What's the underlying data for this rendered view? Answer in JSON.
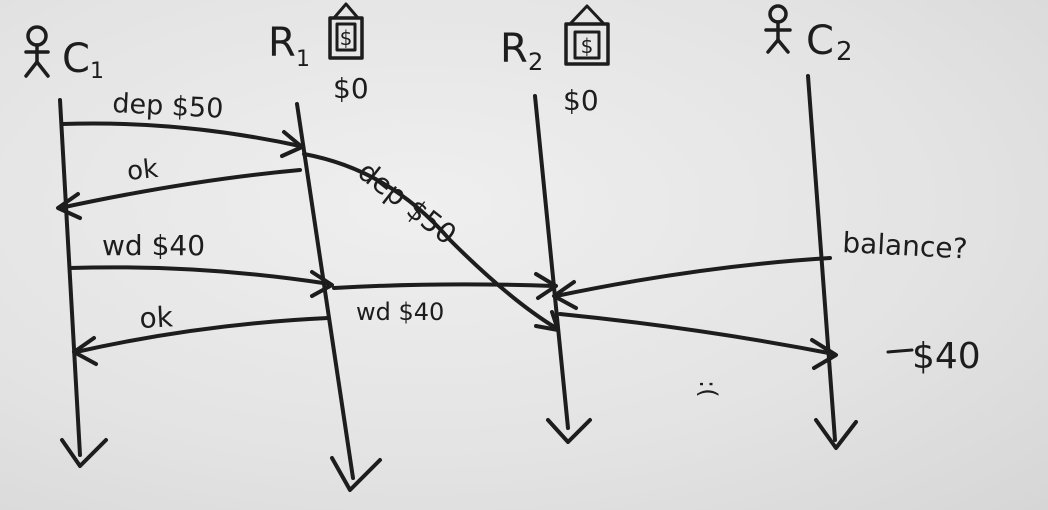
{
  "participants": [
    {
      "id": "c1",
      "label": "C",
      "sub": "1",
      "kind": "client"
    },
    {
      "id": "r1",
      "label": "R",
      "sub": "1",
      "kind": "replica",
      "balance": "$0",
      "vault_symbol": "$"
    },
    {
      "id": "r2",
      "label": "R",
      "sub": "2",
      "kind": "replica",
      "balance": "$0",
      "vault_symbol": "$"
    },
    {
      "id": "c2",
      "label": "C",
      "sub": "2",
      "kind": "client"
    }
  ],
  "messages": {
    "dep_c1_r1": "dep $50",
    "ok_r1_c1_a": "ok",
    "dep_r1_r2": "dep $50",
    "wd_c1_r1": "wd $40",
    "ok_r1_c1_b": "ok",
    "wd_r1_r2": "wd $40",
    "balance_query": "balance?",
    "balance_reply": "$40"
  },
  "annotations": {
    "sad_face": ":("
  }
}
